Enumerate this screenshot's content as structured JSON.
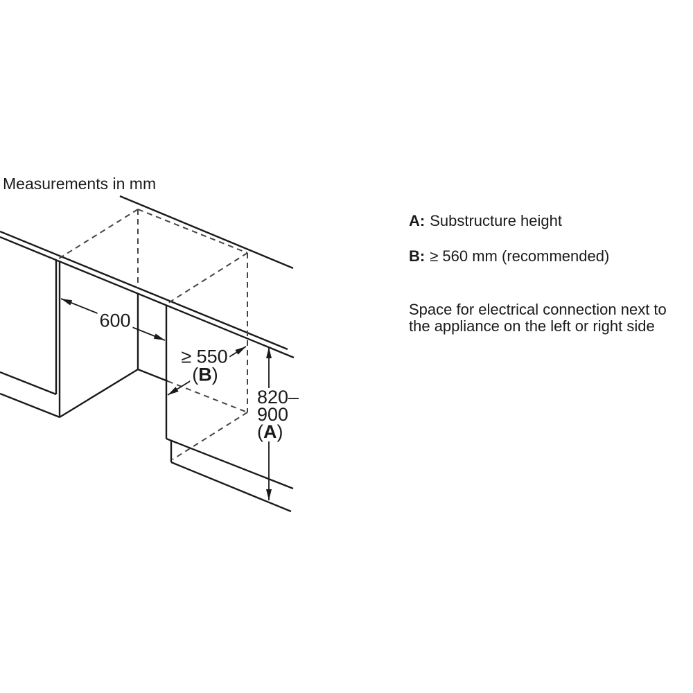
{
  "title": "Measurements in mm",
  "legend": {
    "item_a": {
      "label": "A:",
      "text": "Substructure height"
    },
    "item_b": {
      "label": "B:",
      "text": "≥ 560 mm (recommended)"
    },
    "note_line1": "Space for electrical connection next to",
    "note_line2": "the appliance on the left or right side"
  },
  "dimensions": {
    "niche_width": {
      "value": "600"
    },
    "niche_depth": {
      "value": "≥ 550",
      "paren_open": "(",
      "ref_letter": "B",
      "paren_close": ")"
    },
    "substructure_height": {
      "value_line1": "820–",
      "value_line2": "900",
      "paren_open": "(",
      "ref_letter": "A",
      "paren_close": ")"
    }
  },
  "colors": {
    "line": "#1a1a1a",
    "background": "#ffffff"
  }
}
